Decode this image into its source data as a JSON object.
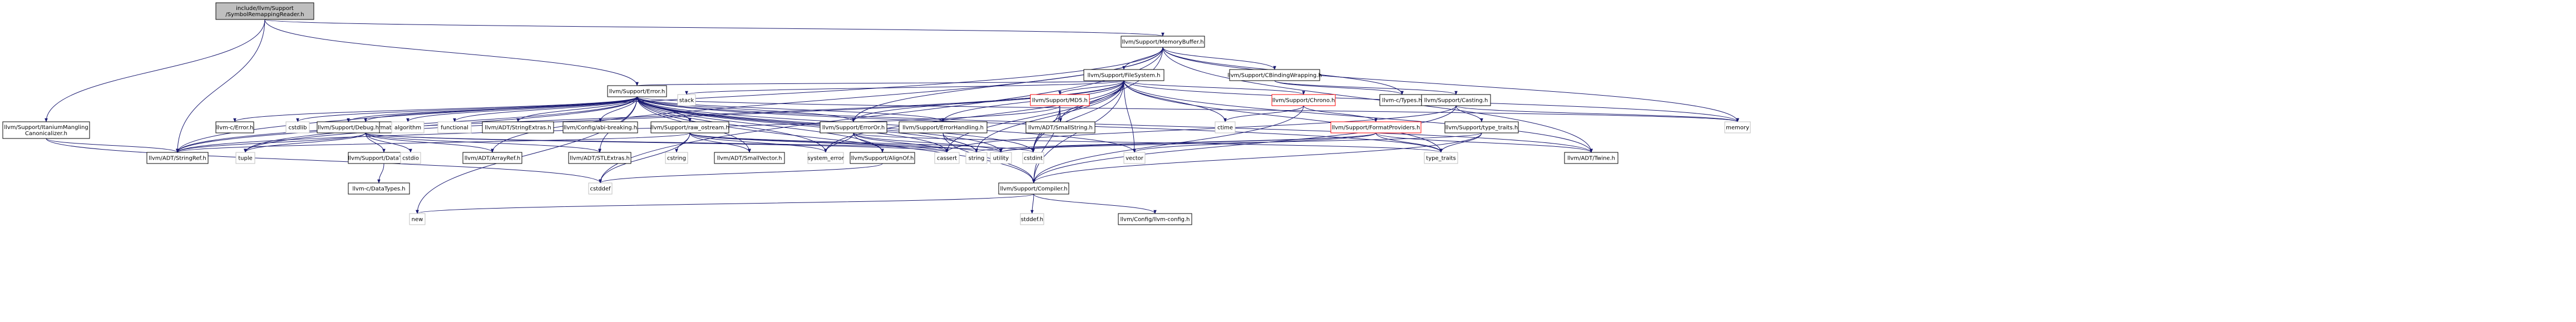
{
  "graph": {
    "colors": {
      "root_fill": "#bfbfbf",
      "node_fill": "#ffffff",
      "truncated_fill": "#ffffff",
      "border": "#000000",
      "truncated_border": "#ff0000",
      "system_border": "#bfbfbf",
      "edge": "#191970"
    },
    "nodes": [
      {
        "id": "root",
        "lines": [
          "include/llvm/Support",
          "/SymbolRemappingReader.h"
        ],
        "kind": "root"
      },
      {
        "id": "memorybuffer",
        "lines": [
          "llvm/Support/MemoryBuffer.h"
        ],
        "kind": "node"
      },
      {
        "id": "itanium",
        "lines": [
          "llvm/Support/ItaniumMangling",
          "Canonicalizer.h"
        ],
        "kind": "node"
      },
      {
        "id": "filesystem",
        "lines": [
          "llvm/Support/FileSystem.h"
        ],
        "kind": "node"
      },
      {
        "id": "cbinding",
        "lines": [
          "llvm/Support/CBindingWrapping.h"
        ],
        "kind": "node"
      },
      {
        "id": "error",
        "lines": [
          "llvm/Support/Error.h"
        ],
        "kind": "node"
      },
      {
        "id": "stack",
        "lines": [
          "stack"
        ],
        "kind": "system"
      },
      {
        "id": "mds",
        "lines": [
          "llvm/Support/MD5.h"
        ],
        "kind": "truncated"
      },
      {
        "id": "chrono",
        "lines": [
          "llvm/Support/Chrono.h"
        ],
        "kind": "truncated"
      },
      {
        "id": "ctypes",
        "lines": [
          "llvm-c/Types.h"
        ],
        "kind": "node"
      },
      {
        "id": "casting",
        "lines": [
          "llvm/Support/Casting.h"
        ],
        "kind": "node"
      },
      {
        "id": "format",
        "lines": [
          "llvm/Support/Format.h"
        ],
        "kind": "node"
      },
      {
        "id": "cerror",
        "lines": [
          "llvm-c/Error.h"
        ],
        "kind": "node"
      },
      {
        "id": "cstdlib",
        "lines": [
          "cstdlib"
        ],
        "kind": "system"
      },
      {
        "id": "debug",
        "lines": [
          "llvm/Support/Debug.h"
        ],
        "kind": "node"
      },
      {
        "id": "algorithm",
        "lines": [
          "algorithm"
        ],
        "kind": "system"
      },
      {
        "id": "functional",
        "lines": [
          "functional"
        ],
        "kind": "system"
      },
      {
        "id": "stringextras",
        "lines": [
          "llvm/ADT/StringExtras.h"
        ],
        "kind": "node"
      },
      {
        "id": "abibreaking",
        "lines": [
          "llvm/Config/abi-breaking.h"
        ],
        "kind": "node"
      },
      {
        "id": "rawostream",
        "lines": [
          "llvm/Support/raw_ostream.h"
        ],
        "kind": "node"
      },
      {
        "id": "erroror",
        "lines": [
          "llvm/Support/ErrorOr.h"
        ],
        "kind": "node"
      },
      {
        "id": "errorhandling",
        "lines": [
          "llvm/Support/ErrorHandling.h"
        ],
        "kind": "node"
      },
      {
        "id": "smallstring",
        "lines": [
          "llvm/ADT/SmallString.h"
        ],
        "kind": "node"
      },
      {
        "id": "ctime",
        "lines": [
          "ctime"
        ],
        "kind": "system"
      },
      {
        "id": "formatproviders",
        "lines": [
          "llvm/Support/FormatProviders.h"
        ],
        "kind": "truncated"
      },
      {
        "id": "typetraits",
        "lines": [
          "llvm/Support/type_traits.h"
        ],
        "kind": "node"
      },
      {
        "id": "memory",
        "lines": [
          "memory"
        ],
        "kind": "system"
      },
      {
        "id": "stringref",
        "lines": [
          "llvm/ADT/StringRef.h"
        ],
        "kind": "node"
      },
      {
        "id": "tuple",
        "lines": [
          "tuple"
        ],
        "kind": "system"
      },
      {
        "id": "datatypes",
        "lines": [
          "llvm/Support/DataTypes.h"
        ],
        "kind": "node"
      },
      {
        "id": "cstdio",
        "lines": [
          "cstdio"
        ],
        "kind": "system"
      },
      {
        "id": "arrayref",
        "lines": [
          "llvm/ADT/ArrayRef.h"
        ],
        "kind": "node"
      },
      {
        "id": "stlextras",
        "lines": [
          "llvm/ADT/STLExtras.h"
        ],
        "kind": "node"
      },
      {
        "id": "smallvector",
        "lines": [
          "llvm/ADT/SmallVector.h"
        ],
        "kind": "node"
      },
      {
        "id": "cstring",
        "lines": [
          "cstring"
        ],
        "kind": "system"
      },
      {
        "id": "systemerror",
        "lines": [
          "system_error"
        ],
        "kind": "system"
      },
      {
        "id": "alignof",
        "lines": [
          "llvm/Support/AlignOf.h"
        ],
        "kind": "node"
      },
      {
        "id": "cassert",
        "lines": [
          "cassert"
        ],
        "kind": "system"
      },
      {
        "id": "string",
        "lines": [
          "string"
        ],
        "kind": "system"
      },
      {
        "id": "utility",
        "lines": [
          "utility"
        ],
        "kind": "system"
      },
      {
        "id": "cstdint",
        "lines": [
          "cstdint"
        ],
        "kind": "system"
      },
      {
        "id": "vector",
        "lines": [
          "vector"
        ],
        "kind": "system"
      },
      {
        "id": "typetraitsstd",
        "lines": [
          "type_traits"
        ],
        "kind": "system"
      },
      {
        "id": "twine",
        "lines": [
          "llvm/ADT/Twine.h"
        ],
        "kind": "node"
      },
      {
        "id": "cdatatypes",
        "lines": [
          "llvm-c/DataTypes.h"
        ],
        "kind": "node"
      },
      {
        "id": "cstddef",
        "lines": [
          "cstddef"
        ],
        "kind": "system"
      },
      {
        "id": "compiler",
        "lines": [
          "llvm/Support/Compiler.h"
        ],
        "kind": "node"
      },
      {
        "id": "new",
        "lines": [
          "new"
        ],
        "kind": "system"
      },
      {
        "id": "stddef",
        "lines": [
          "stddef.h"
        ],
        "kind": "system"
      },
      {
        "id": "llvmconfig",
        "lines": [
          "llvm/Config/llvm-config.h"
        ],
        "kind": "node"
      }
    ]
  }
}
